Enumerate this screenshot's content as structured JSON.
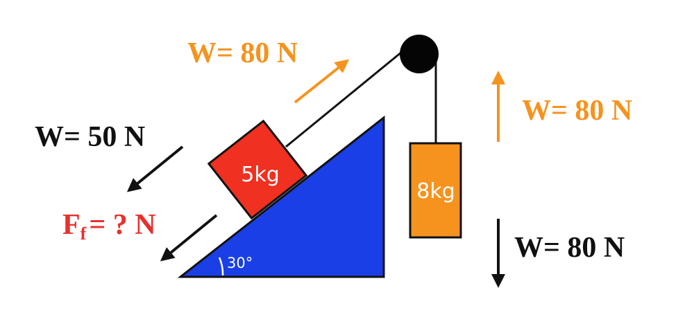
{
  "colors": {
    "incline": "#1a3fe6",
    "block_small": "#f03020",
    "block_large": "#f5931e",
    "orange_label": "#f5931e",
    "black_label": "#111111",
    "friction_label": "#e8302c",
    "line": "#111111",
    "pulley": "#050505"
  },
  "labels": {
    "tension_on_block": "W= 80 N",
    "tension_on_hanging": "W= 80 N",
    "weight_component": "W= 50 N",
    "friction_prefix": "F",
    "friction_subscript": "f",
    "friction_value": "= ? N",
    "hanging_weight": "W= 80 N",
    "angle": "30°",
    "block_small_mass": "5kg",
    "block_large_mass": "8kg"
  },
  "icons": {
    "pulley": "pulley-icon",
    "arrows": "arrow-icon"
  }
}
